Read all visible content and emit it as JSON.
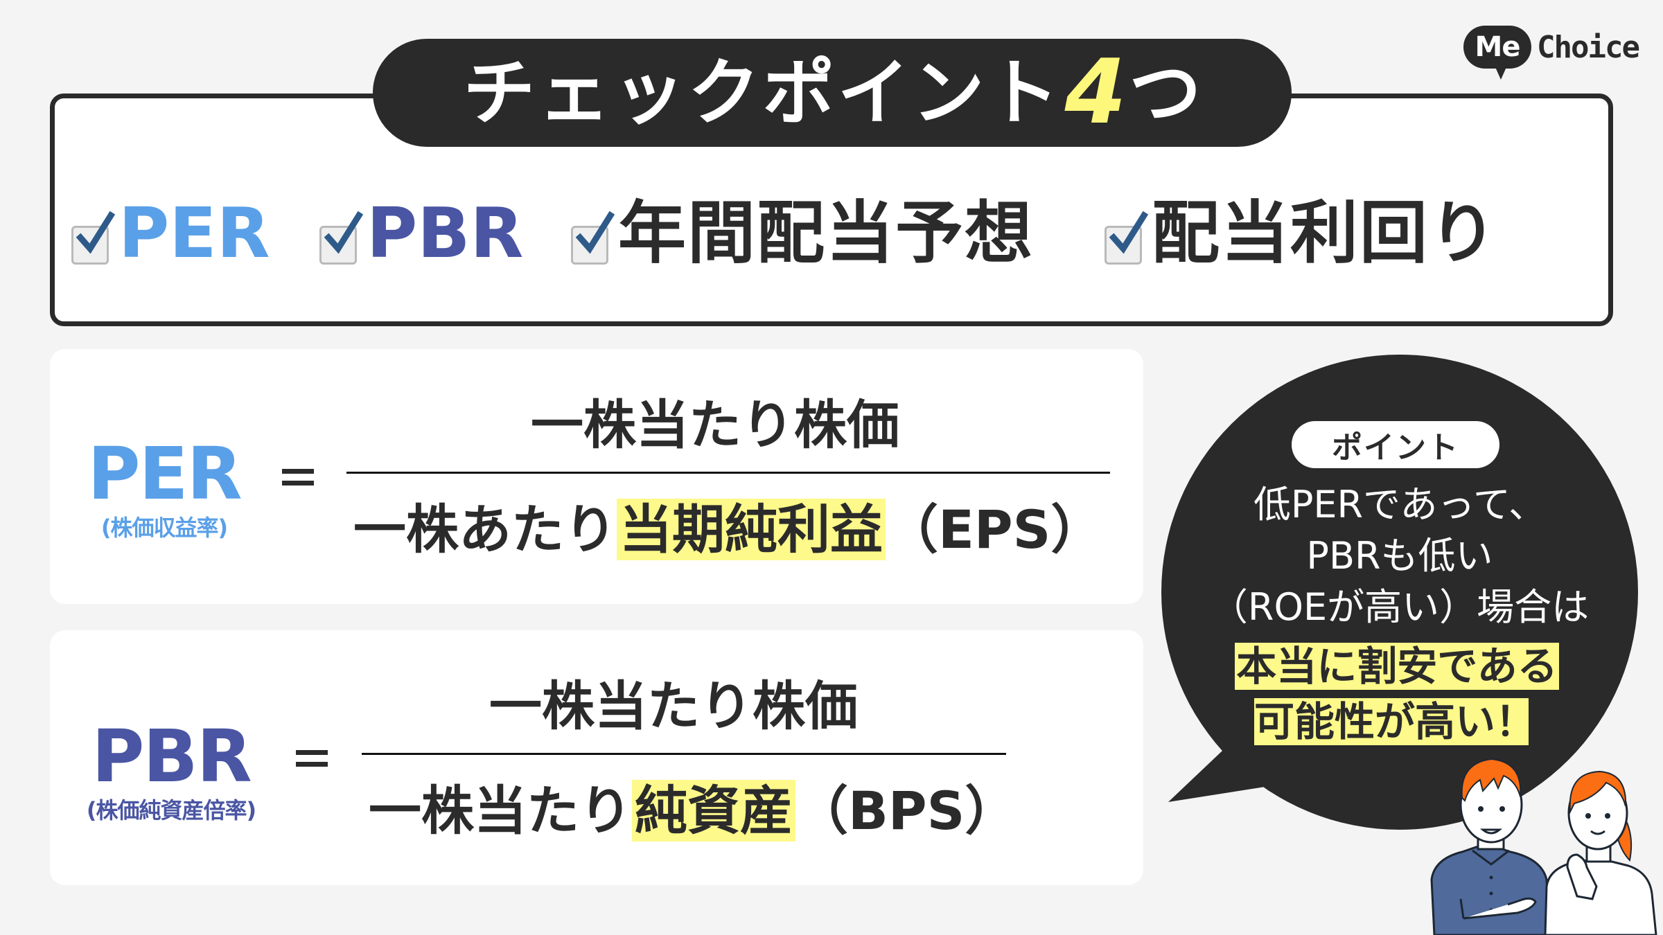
{
  "logo": {
    "badge": "Me",
    "text": "Choice"
  },
  "header": {
    "title": "チェックポイント",
    "number": "4",
    "suffix": "つ",
    "colors": {
      "pill": "#2a2a2a",
      "number": "#fdf77c"
    }
  },
  "checklist": {
    "items": [
      {
        "label": "PER",
        "checked": true,
        "color": "#5aa0e8"
      },
      {
        "label": "PBR",
        "checked": true,
        "color": "#4a56a3"
      },
      {
        "label": "年間配当予想",
        "checked": true,
        "color": "#2b2b2b"
      },
      {
        "label": "配当利回り",
        "checked": true,
        "color": "#2b2b2b"
      }
    ]
  },
  "formulas": {
    "per": {
      "name": "PER",
      "subtitle": "(株価収益率)",
      "equals": "=",
      "numerator": "一株当たり株価",
      "denominator_prefix": "一株あたり",
      "denominator_highlight": "当期純利益",
      "denominator_suffix": "（EPS）",
      "color": "#5aa0e8"
    },
    "pbr": {
      "name": "PBR",
      "subtitle": "(株価純資産倍率)",
      "equals": "=",
      "numerator": "一株当たり株価",
      "denominator_prefix": "一株当たり",
      "denominator_highlight": "純資産",
      "denominator_suffix": "（BPS）",
      "color": "#4a56a3"
    },
    "highlight_color": "#fdf98a"
  },
  "point_bubble": {
    "badge": "ポイント",
    "lines": [
      "低PERであって、",
      "PBRも低い",
      "（ROEが高い）場合は"
    ],
    "highlight_lines": [
      "本当に割安である",
      "可能性が高い！"
    ],
    "colors": {
      "bubble": "#2a2a2a",
      "highlight": "#fdf98a"
    }
  },
  "illustration": {
    "description": "two-people-illustration",
    "hair_color": "#fc6e14",
    "shirt_color": "#4f6a9b"
  }
}
